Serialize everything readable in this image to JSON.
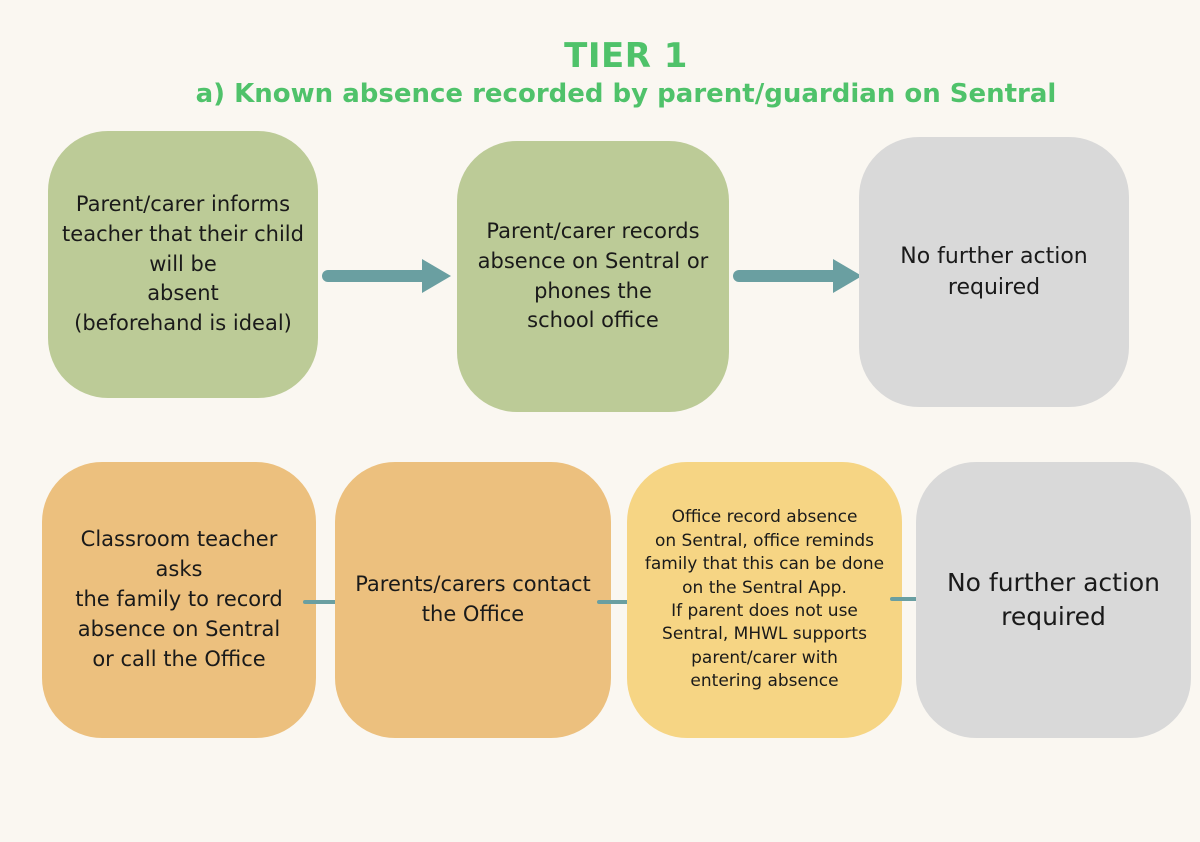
{
  "header": {
    "title": "TIER 1",
    "subtitle": "a) Known absence recorded by parent/guardian on Sentral"
  },
  "row1": {
    "step1": "Parent/carer informs\nteacher that their child\nwill be\nabsent\n(beforehand is ideal)",
    "step2": "Parent/carer records\nabsence on Sentral or\nphones the\nschool office",
    "step3": "No further action\nrequired"
  },
  "row2": {
    "step1": "Classroom teacher asks\nthe family to record\nabsence on Sentral\nor call the Office",
    "step2": "Parents/carers contact\nthe Office",
    "step3": "Office record absence\non Sentral, office reminds\nfamily that this can be done\non the Sentral App.\nIf parent does not use\nSentral, MHWL supports\nparent/carer with\nentering absence",
    "step4": "No further action\nrequired"
  },
  "colors": {
    "title": "#4fc26a",
    "background": "#faf7f1",
    "green_box": "#bccb97",
    "grey_box": "#d9d9d9",
    "orange_box": "#ecc07e",
    "yellow_box": "#f6d584",
    "arrow": "#6a9fa1"
  }
}
